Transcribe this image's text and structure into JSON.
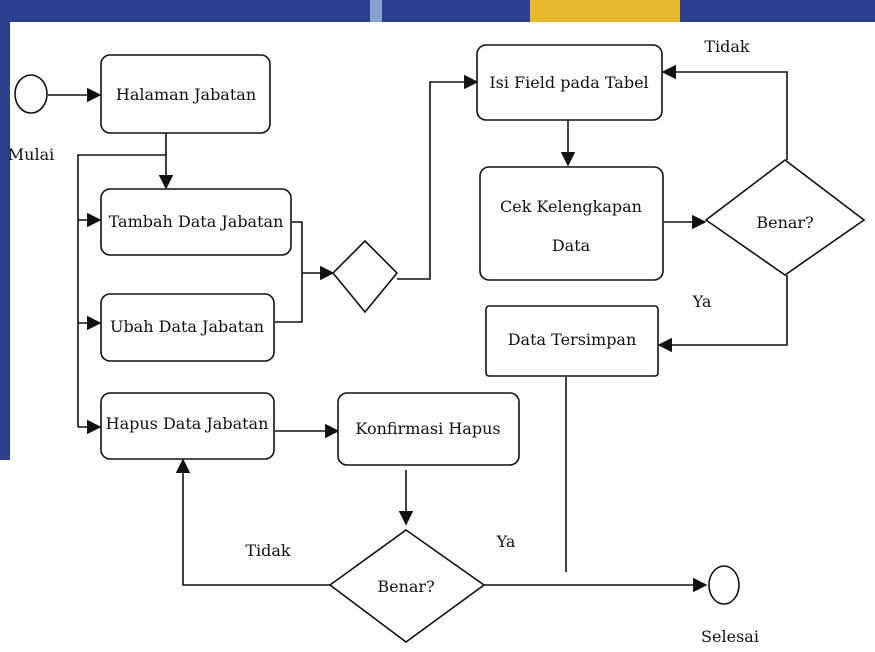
{
  "nodes": {
    "start_label": "Mulai",
    "end_label": "Selesai",
    "halaman_jabatan": "Halaman Jabatan",
    "tambah_data": "Tambah Data Jabatan",
    "ubah_data": "Ubah Data Jabatan",
    "hapus_data": "Hapus Data Jabatan",
    "isi_field": "Isi Field pada Tabel",
    "cek_kelengkapan_line1": "Cek Kelengkapan",
    "cek_kelengkapan_line2": "Data",
    "data_tersimpan": "Data Tersimpan",
    "konfirmasi_hapus": "Konfirmasi Hapus",
    "decision_top": "Benar?",
    "decision_bottom": "Benar?"
  },
  "edges": {
    "top_tidak": "Tidak",
    "top_ya": "Ya",
    "bottom_tidak": "Tidak",
    "bottom_ya": "Ya"
  },
  "colors": {
    "background": "#ffffff",
    "stroke": "#111111",
    "bg_fragment_blue": "#2f3f8f",
    "bg_fragment_yellow": "#e8b830"
  }
}
